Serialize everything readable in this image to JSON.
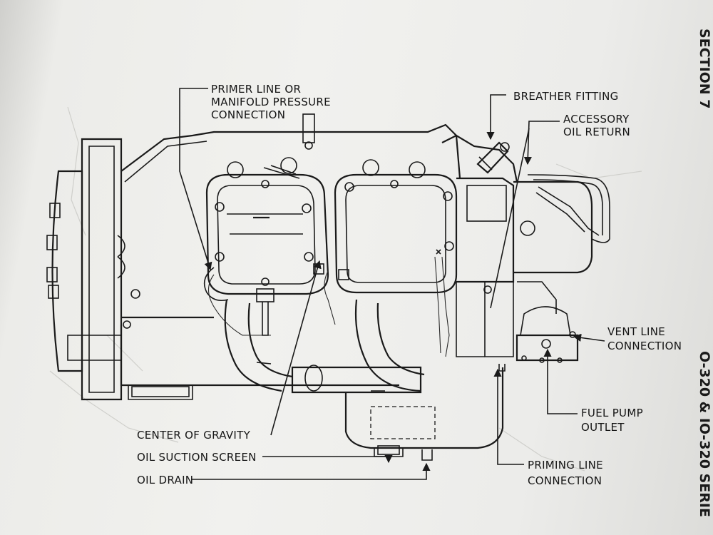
{
  "header": {
    "section": "SECTION 7",
    "series": "O-320 & IO-320 SERIE"
  },
  "labels": {
    "primer_line": [
      "PRIMER LINE OR",
      "MANIFOLD PRESSURE",
      "CONNECTION"
    ],
    "breather_fitting": "BREATHER FITTING",
    "accessory_oil_return": [
      "ACCESSORY",
      "OIL RETURN"
    ],
    "vent_line_connection": [
      "VENT LINE",
      "CONNECTION"
    ],
    "fuel_pump_outlet": [
      "FUEL PUMP",
      "OUTLET"
    ],
    "priming_line_connection": [
      "PRIMING LINE",
      "CONNECTION"
    ],
    "center_of_gravity": "CENTER OF GRAVITY",
    "oil_suction_screen": "OIL SUCTION SCREEN",
    "oil_drain": "OIL DRAIN"
  }
}
